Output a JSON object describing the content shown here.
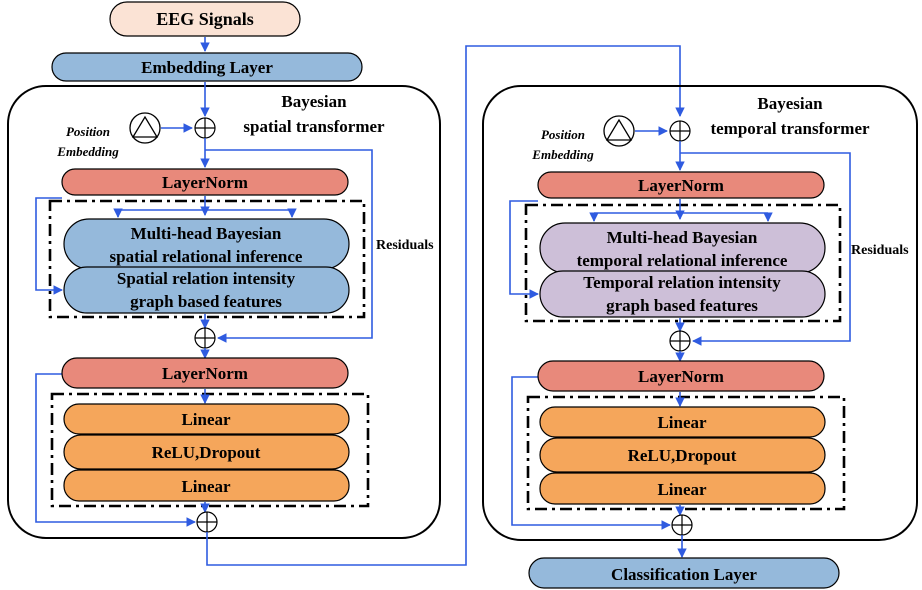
{
  "colors": {
    "input_fill": "#fbe3d5",
    "blue_block": "#95b9db",
    "layernorm": "#e8897b",
    "spatial_attn": "#95b9db",
    "temporal_attn": "#cdbfd8",
    "ffn": "#f5a65b",
    "arrow": "#2f5be0",
    "outline": "#000000"
  },
  "input": {
    "label": "EEG Signals"
  },
  "embedding": {
    "label": "Embedding Layer"
  },
  "classification": {
    "label": "Classification Layer"
  },
  "spatial": {
    "title_line1": "Bayesian",
    "title_line2": "spatial transformer",
    "position_line1": "Position",
    "position_line2": "Embedding",
    "layernorm1": "LayerNorm",
    "attn_line1": "Multi-head Bayesian",
    "attn_line2": "spatial relational inference",
    "graph_line1": "Spatial relation intensity",
    "graph_line2": "graph based features",
    "residuals": "Residuals",
    "layernorm2": "LayerNorm",
    "linear1": "Linear",
    "relu": "ReLU,Dropout",
    "linear2": "Linear"
  },
  "temporal": {
    "title_line1": "Bayesian",
    "title_line2": "temporal transformer",
    "position_line1": "Position",
    "position_line2": "Embedding",
    "layernorm1": "LayerNorm",
    "attn_line1": "Multi-head Bayesian",
    "attn_line2": "temporal relational inference",
    "graph_line1": "Temporal relation intensity",
    "graph_line2": "graph based features",
    "residuals": "Residuals",
    "layernorm2": "LayerNorm",
    "linear1": "Linear",
    "relu": "ReLU,Dropout",
    "linear2": "Linear"
  }
}
